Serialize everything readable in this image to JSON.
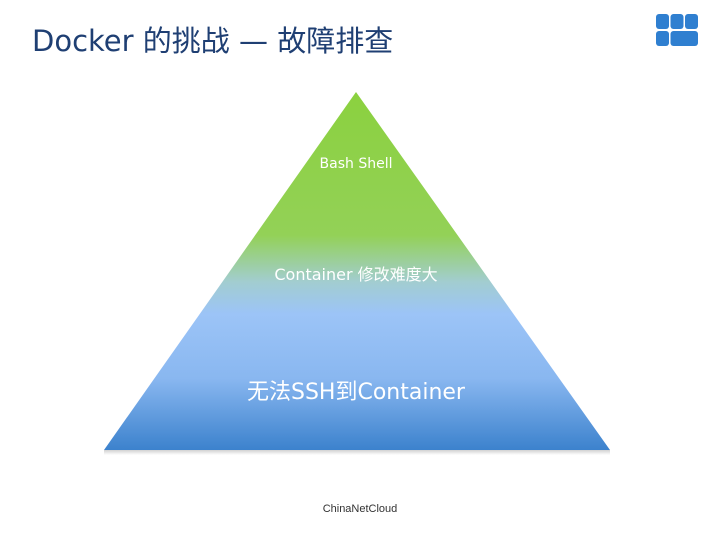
{
  "slide": {
    "title": "Docker 的挑战 — 故障排查",
    "footer": "ChinaNetCloud"
  },
  "pyramid": {
    "levels": [
      {
        "label": "Bash Shell"
      },
      {
        "label": "Container 修改难度大"
      },
      {
        "label": "无法SSH到Container"
      }
    ]
  },
  "colors": {
    "title": "#1f3f73",
    "logo": "#2f7fd0",
    "pyramid_top": "#8fd24a",
    "pyramid_middle": "#9ec5f6",
    "pyramid_bottom": "#3f86d0"
  },
  "icons": {
    "logo": "windows-style-grid-logo"
  }
}
